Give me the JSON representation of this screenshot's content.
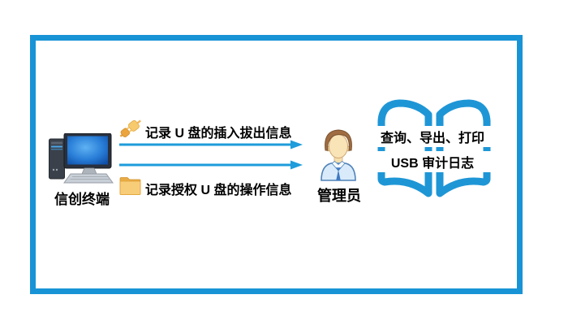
{
  "diagram": {
    "title_hint": "USB audit flow diagram",
    "frame": {
      "border_color": "#1894d6"
    },
    "terminal": {
      "label": "信创终端",
      "icon": "desktop-computer-icon"
    },
    "admin": {
      "label": "管理员",
      "icon": "person-icon"
    },
    "flows": [
      {
        "icon": "usb-plug-icon",
        "label": "记录 U 盘的插入拔出信息",
        "arrow_direction": "right"
      },
      {
        "icon": "folder-icon",
        "label": "记录授权 U 盘的操作信息",
        "arrow_direction": "right"
      }
    ],
    "audit_book": {
      "icon": "open-book-icon",
      "line1": "查询、导出、打印",
      "line2": "USB 审计日志"
    },
    "colors": {
      "border": "#1894d6",
      "arrow": "#1e9cdb",
      "book_outline": "#1e96d6",
      "text": "#000000",
      "folder_body": "#f8cd7a",
      "folder_tab": "#e8ab45",
      "plug_light": "#f7ca6e",
      "plug_dark": "#eca43e",
      "screen_blue": "#2a7fd8",
      "shirt_blue": "#d9ebfb",
      "tie_blue": "#3f79c2",
      "hair_brown": "#a06c42"
    }
  }
}
